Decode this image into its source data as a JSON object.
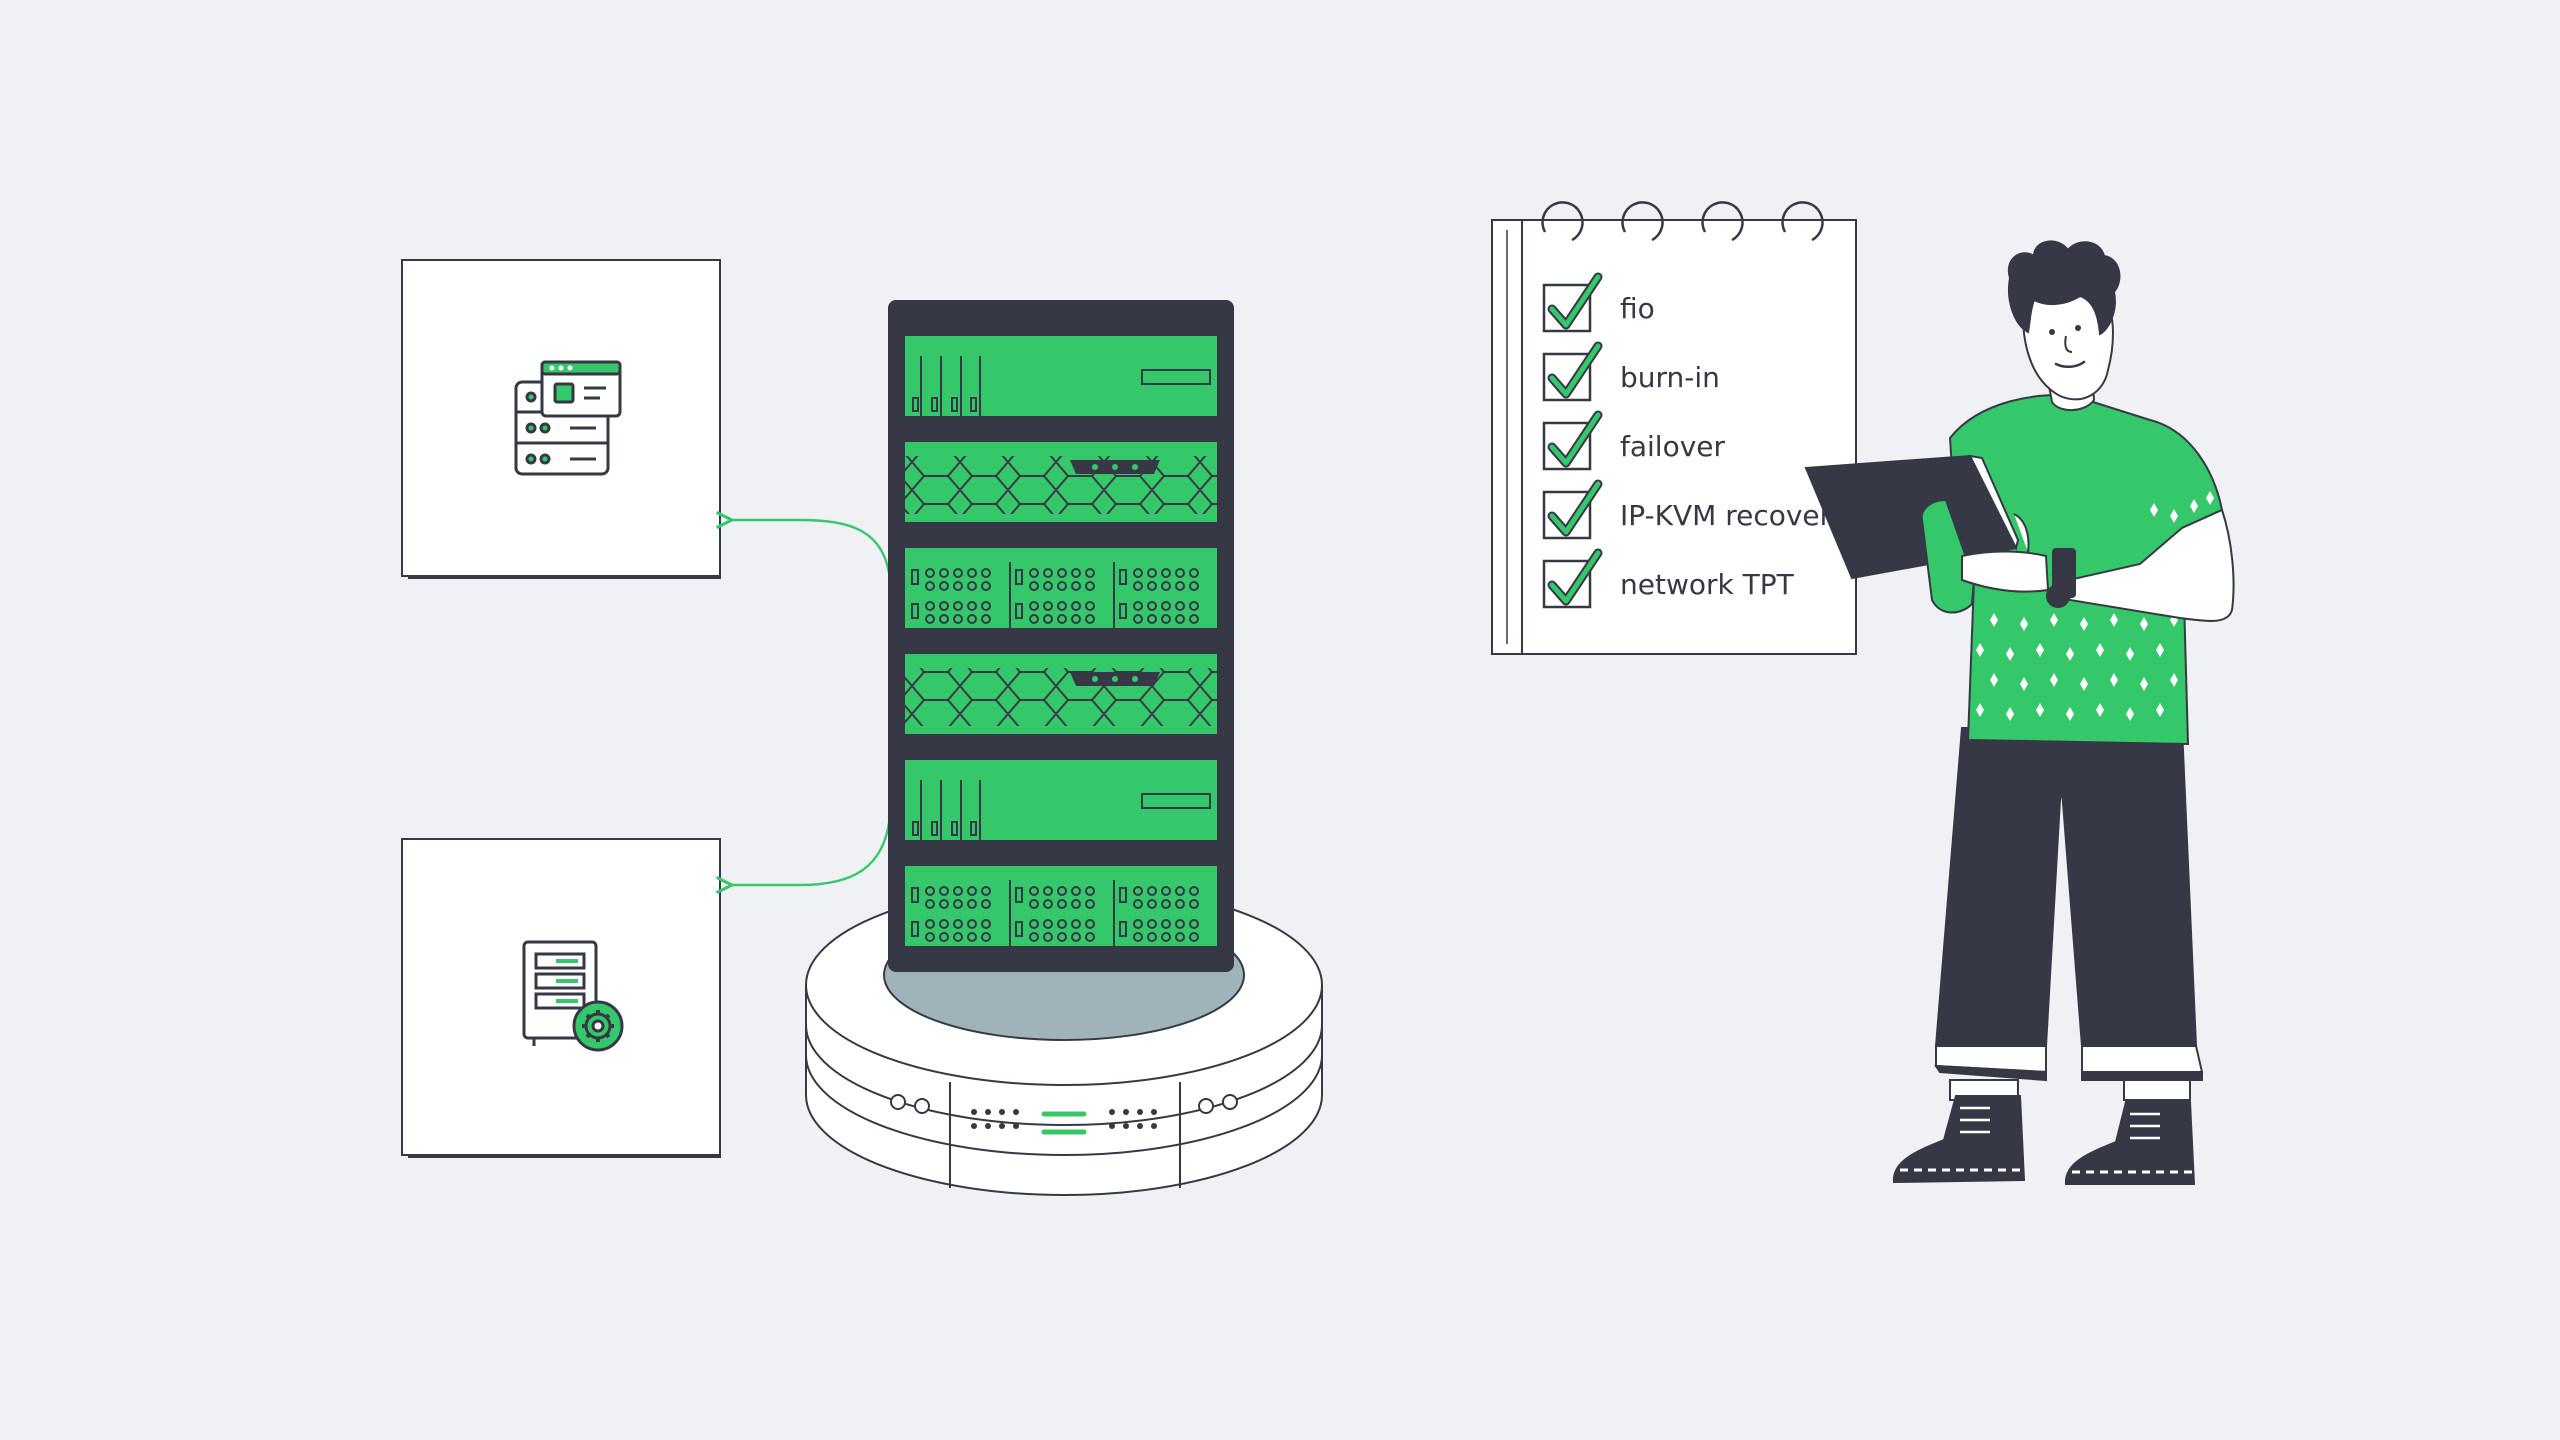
{
  "colors": {
    "background": "#eff1f4",
    "accent_green": "#34c86a",
    "dark": "#363945",
    "white": "#ffffff",
    "platform_top": "#9fb3b9"
  },
  "icons": {
    "card_top": "server-dashboard-icon",
    "card_bottom": "server-settings-gear-icon",
    "rack": "server-rack-icon",
    "checkbox": "checkmark-icon"
  },
  "checklist": {
    "items": [
      {
        "label": "fio",
        "checked": true
      },
      {
        "label": "burn-in",
        "checked": true
      },
      {
        "label": "failover",
        "checked": true
      },
      {
        "label": "IP-KVM recover",
        "checked": true
      },
      {
        "label": "network TPT",
        "checked": true
      }
    ]
  }
}
